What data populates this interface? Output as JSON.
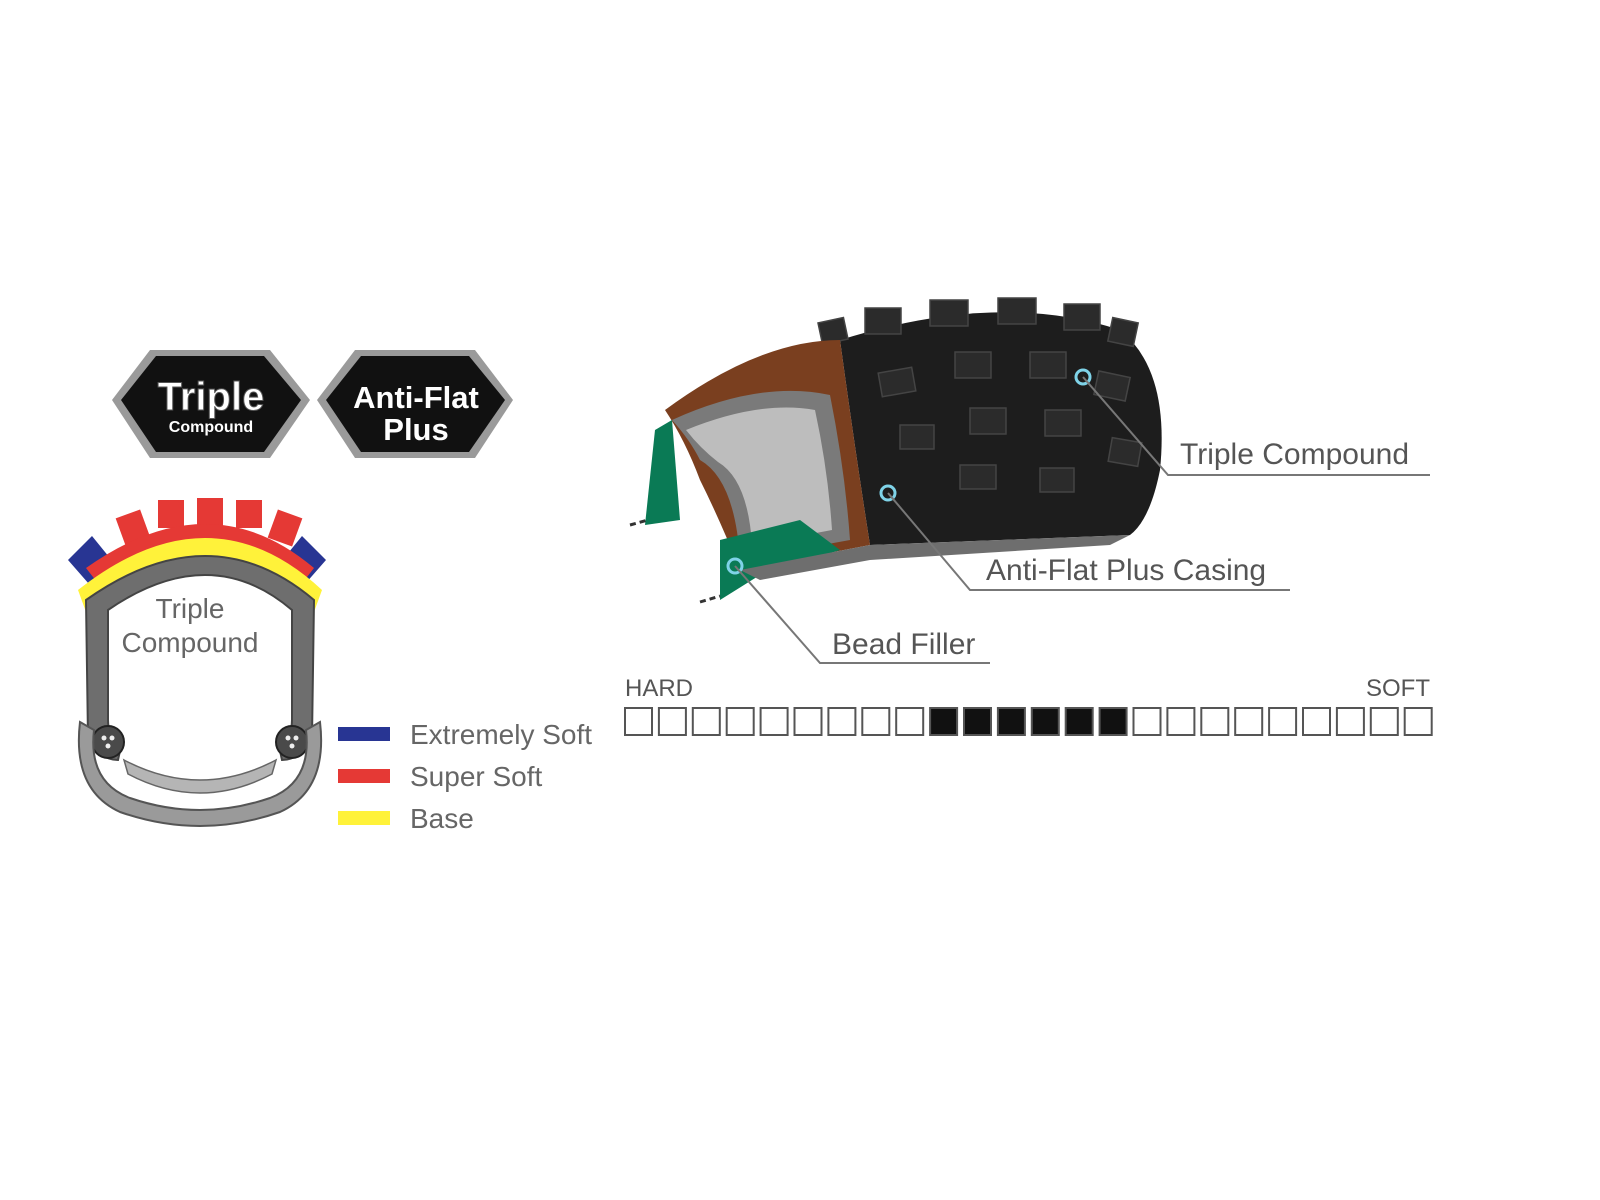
{
  "badges": {
    "triple": {
      "line1": "Triple",
      "line2": "Compound"
    },
    "antiflat": {
      "line1": "Anti-Flat",
      "line2": "Plus"
    }
  },
  "cross_section": {
    "center_line1": "Triple",
    "center_line2": "Compound"
  },
  "legend": [
    {
      "label": "Extremely Soft",
      "color": "#283593"
    },
    {
      "label": "Super Soft",
      "color": "#e53935"
    },
    {
      "label": "Base",
      "color": "#fff23a"
    }
  ],
  "callouts": {
    "triple_compound": "Triple Compound",
    "anti_flat_casing": "Anti-Flat Plus Casing",
    "bead_filler": "Bead Filler"
  },
  "scale": {
    "left_label": "HARD",
    "right_label": "SOFT",
    "total_boxes": 24,
    "filled_from": 10,
    "filled_to": 15
  },
  "colors": {
    "tread": "#1d1d1d",
    "casing_brown": "#7a3f1f",
    "bead_green": "#0a7a55",
    "badge_bg": "#111111",
    "leader": "#777777"
  }
}
